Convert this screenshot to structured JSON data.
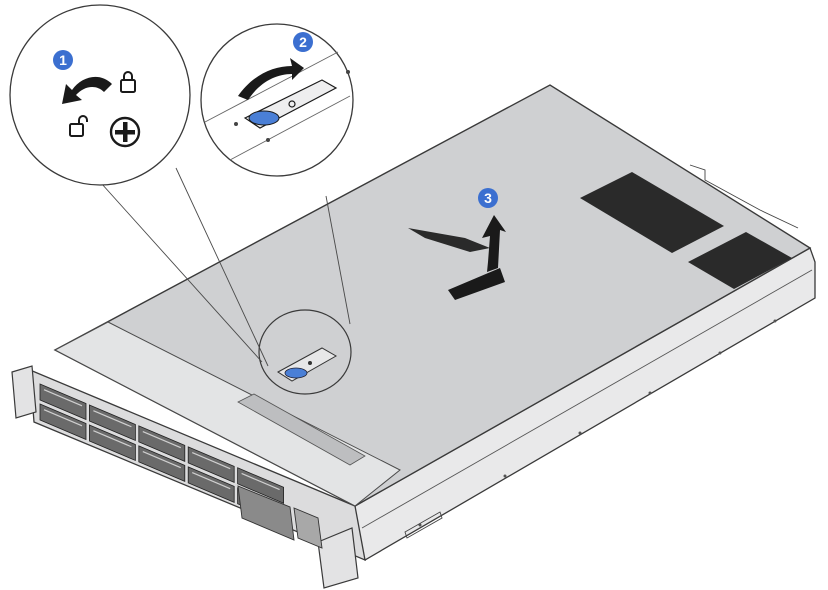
{
  "colors": {
    "step_badge": "#3b6fd0",
    "lid": "#cfd0d2",
    "chassis_side": "#e6e6e7",
    "outline": "#3a3a3a",
    "vent": "#2a2a2a",
    "release_latch_accent": "#4a7fd6"
  },
  "steps": [
    {
      "number": "1",
      "description_icons": [
        "counterclockwise-arrow-icon",
        "lock-icon",
        "unlock-icon",
        "plus-screwdriver-icon"
      ]
    },
    {
      "number": "2",
      "description_icons": [
        "lift-arrow-icon",
        "cover-latch-icon"
      ]
    },
    {
      "number": "3",
      "description_icons": [
        "slide-back-arrow-icon",
        "lift-up-arrow-icon"
      ]
    }
  ],
  "callouts": [
    {
      "name": "latch-lock-detail"
    },
    {
      "name": "latch-lift-detail"
    }
  ]
}
